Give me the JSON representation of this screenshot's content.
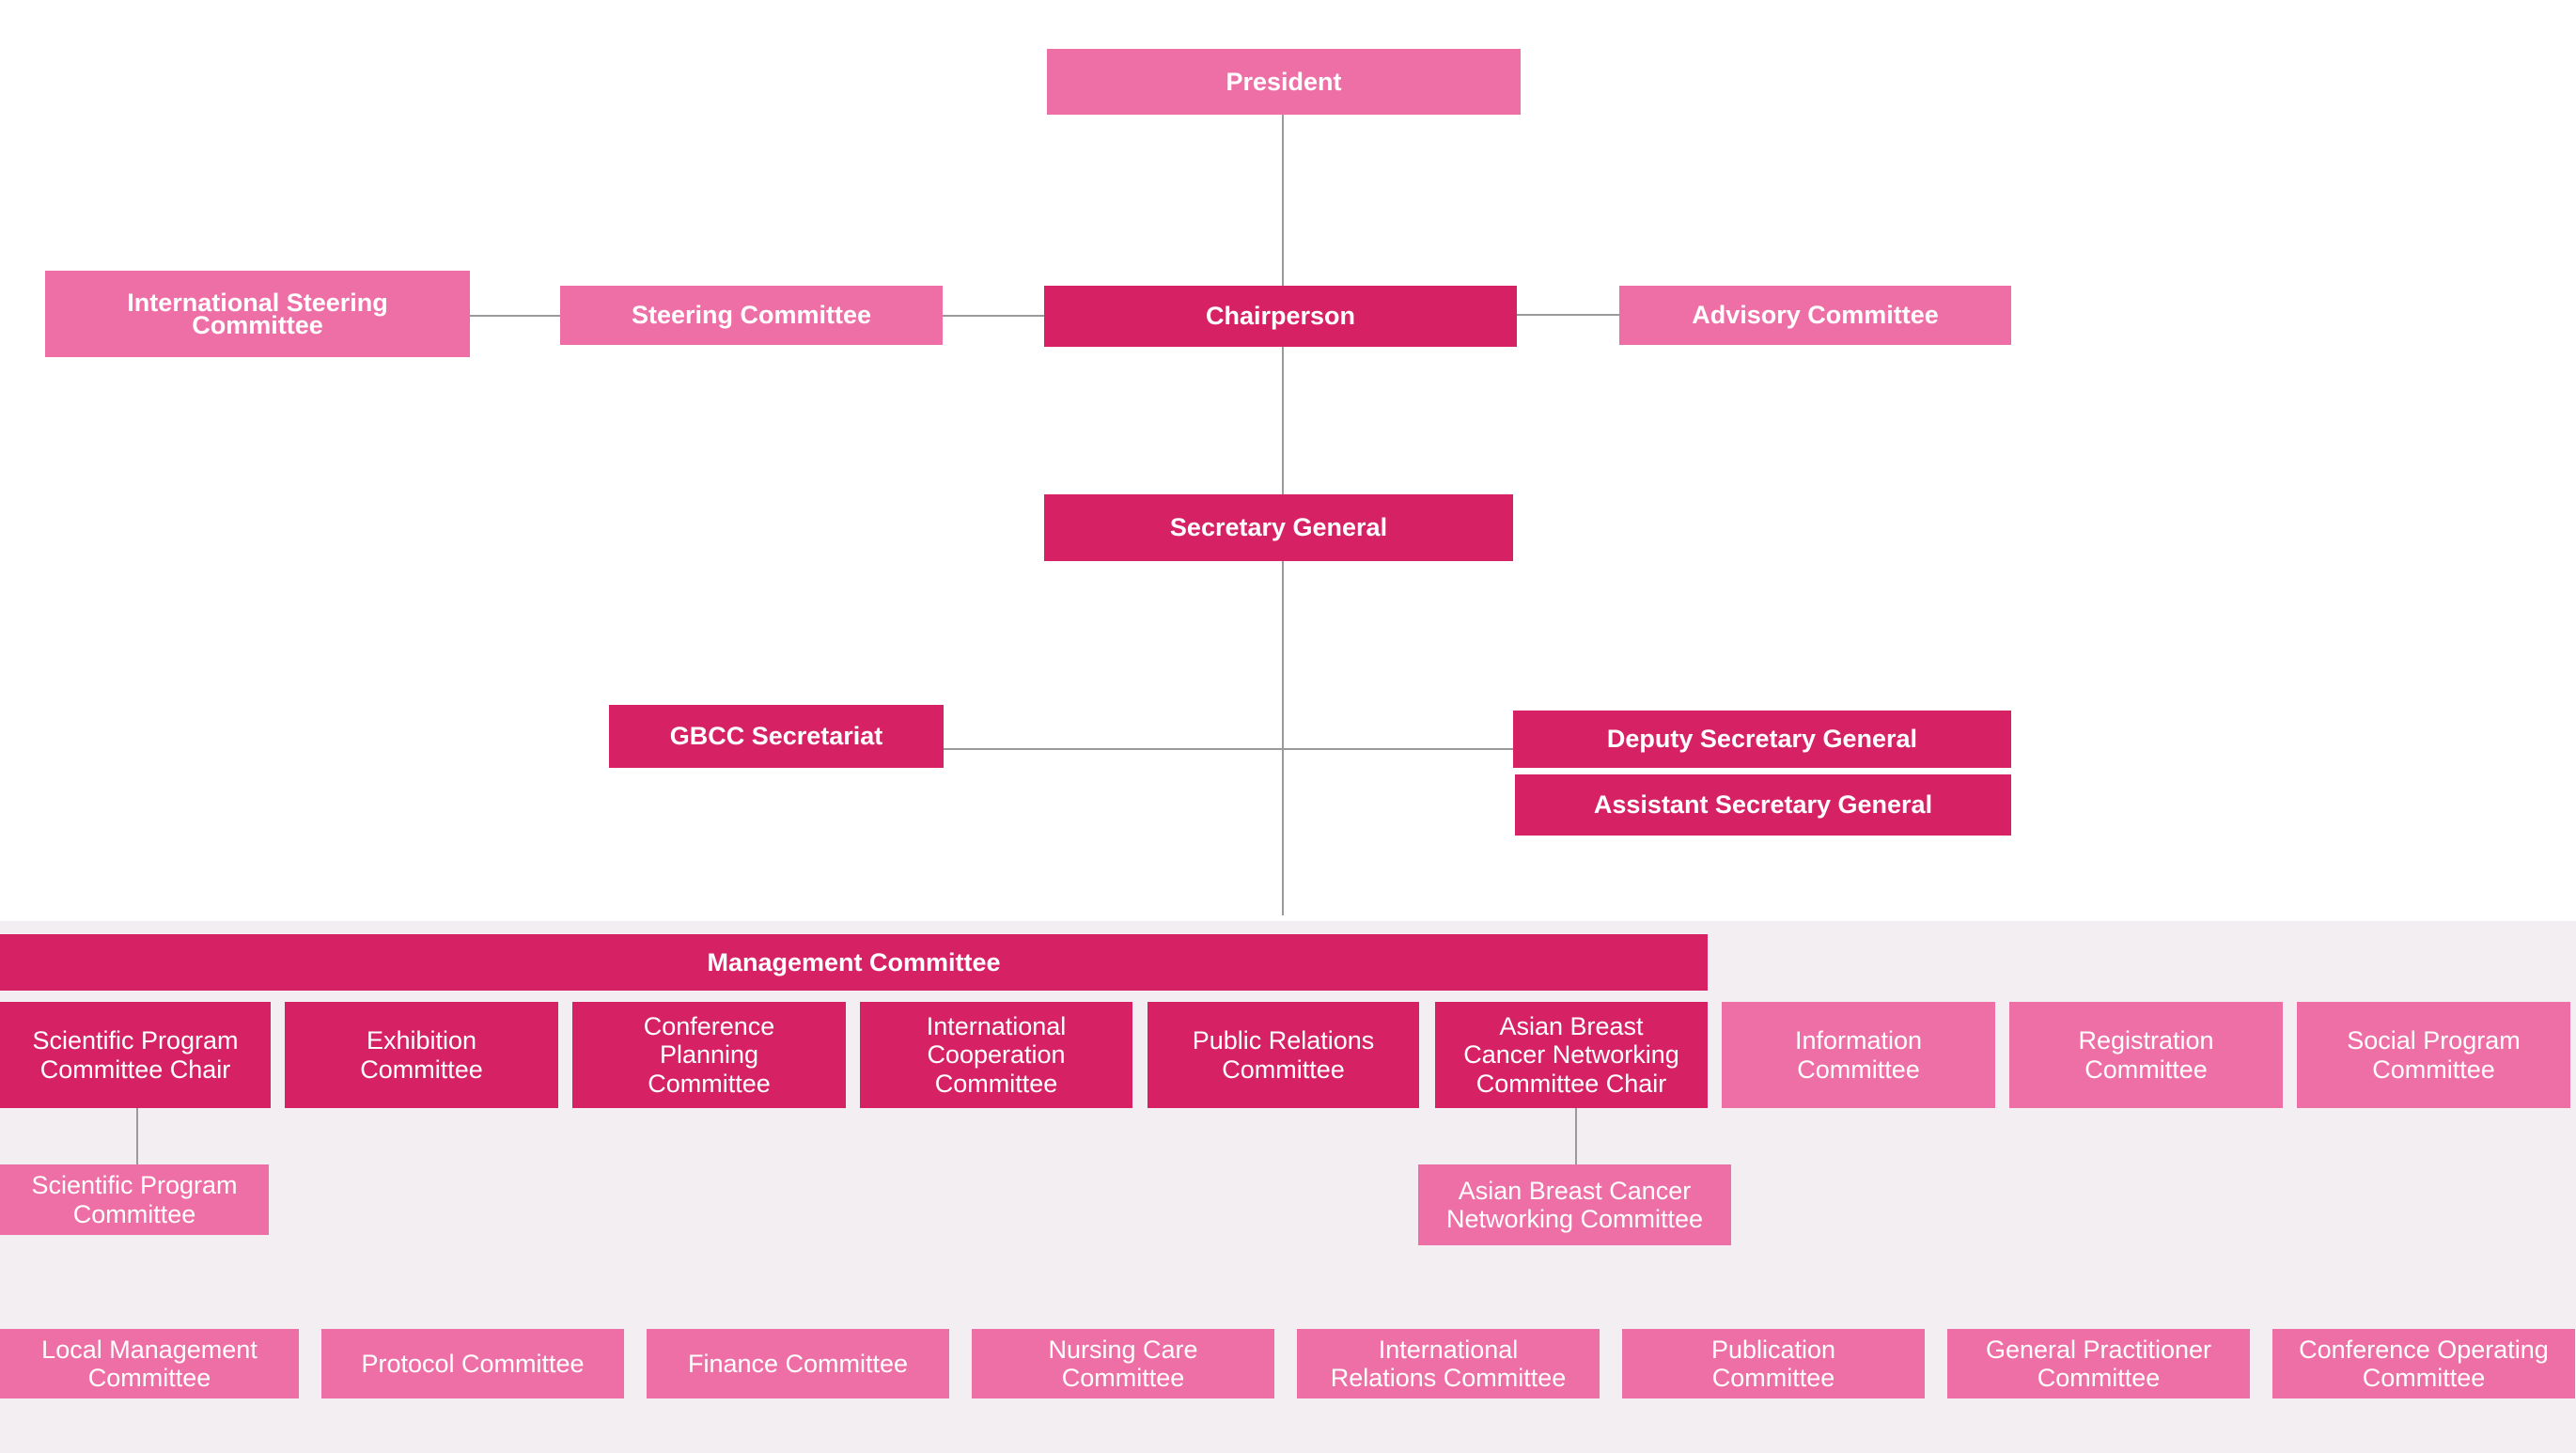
{
  "colors": {
    "dark": "#d62264",
    "light": "#ee6fa6",
    "panel_background": "#f3eef2",
    "connector": "#9a9a9a"
  },
  "top": {
    "president": "President",
    "chairperson": "Chairperson",
    "steering_committee": "Steering Committee",
    "international_steering_committee": "International Steering\nCommittee",
    "advisory_committee": "Advisory Committee",
    "secretary_general": "Secretary General",
    "gbcc_secretariat": "GBCC Secretariat",
    "deputy_secretary_general": "Deputy Secretary General",
    "assistant_secretary_general": "Assistant Secretary General"
  },
  "management": {
    "title": "Management Committee",
    "row1": [
      "Scientific Program\nCommittee Chair",
      "Exhibition\nCommittee",
      "Conference\nPlanning\nCommittee",
      "International\nCooperation\nCommittee",
      "Public Relations\nCommittee",
      "Asian Breast\nCancer Networking\nCommittee Chair",
      "Information\nCommittee",
      "Registration\nCommittee",
      "Social Program\nCommittee"
    ],
    "sub_scientific": "Scientific Program\nCommittee",
    "sub_asian": "Asian Breast Cancer\nNetworking Committee",
    "row2": [
      "Local Management\nCommittee",
      "Protocol Committee",
      "Finance Committee",
      "Nursing Care\nCommittee",
      "International\nRelations Committee",
      "Publication\nCommittee",
      "General Practitioner\nCommittee",
      "Conference Operating\nCommittee"
    ]
  }
}
